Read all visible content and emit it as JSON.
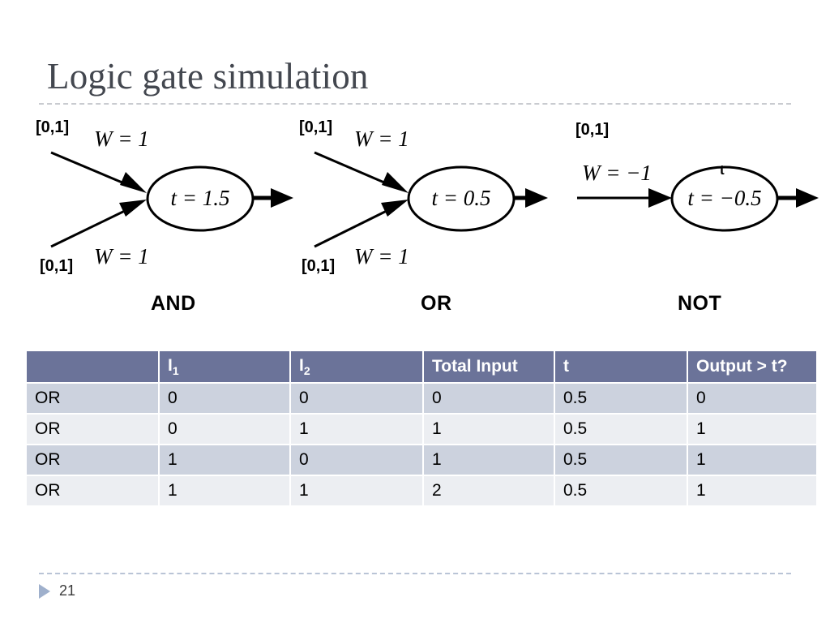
{
  "slide": {
    "title": "Logic gate simulation",
    "number": "21",
    "bullet_icon": "triangle-right-icon"
  },
  "gates": [
    {
      "id": "and",
      "name": "AND",
      "inputs": [
        {
          "range": "[0,1]",
          "weight": "W = 1"
        },
        {
          "range": "[0,1]",
          "weight": "W = 1"
        }
      ],
      "threshold": "t = 1.5",
      "mini_label": ""
    },
    {
      "id": "or",
      "name": "OR",
      "inputs": [
        {
          "range": "[0,1]",
          "weight": "W = 1"
        },
        {
          "range": "[0,1]",
          "weight": "W = 1"
        }
      ],
      "threshold": "t = 0.5",
      "mini_label": ""
    },
    {
      "id": "not",
      "name": "NOT",
      "inputs": [
        {
          "range": "[0,1]",
          "weight": "W = −1"
        }
      ],
      "threshold": "t = −0.5",
      "mini_label": "t"
    }
  ],
  "table": {
    "headers": {
      "gate": "",
      "i1_base": "I",
      "i1_sub": "1",
      "i2_base": "I",
      "i2_sub": "2",
      "total_input": "Total Input",
      "threshold": "t",
      "output": "Output > t?"
    },
    "rows": [
      {
        "gate": "OR",
        "i1": "0",
        "i2": "0",
        "total": "0",
        "t": "0.5",
        "out": "0"
      },
      {
        "gate": "OR",
        "i1": "0",
        "i2": "1",
        "total": "1",
        "t": "0.5",
        "out": "1"
      },
      {
        "gate": "OR",
        "i1": "1",
        "i2": "0",
        "total": "1",
        "t": "0.5",
        "out": "1"
      },
      {
        "gate": "OR",
        "i1": "1",
        "i2": "1",
        "total": "2",
        "t": "0.5",
        "out": "1"
      }
    ]
  },
  "colors": {
    "header_bg": "#6b7399",
    "row_odd_bg": "#ccd2de",
    "row_even_bg": "#eceef2",
    "title_text": "#43474f",
    "bullet": "#9fb0cc"
  }
}
